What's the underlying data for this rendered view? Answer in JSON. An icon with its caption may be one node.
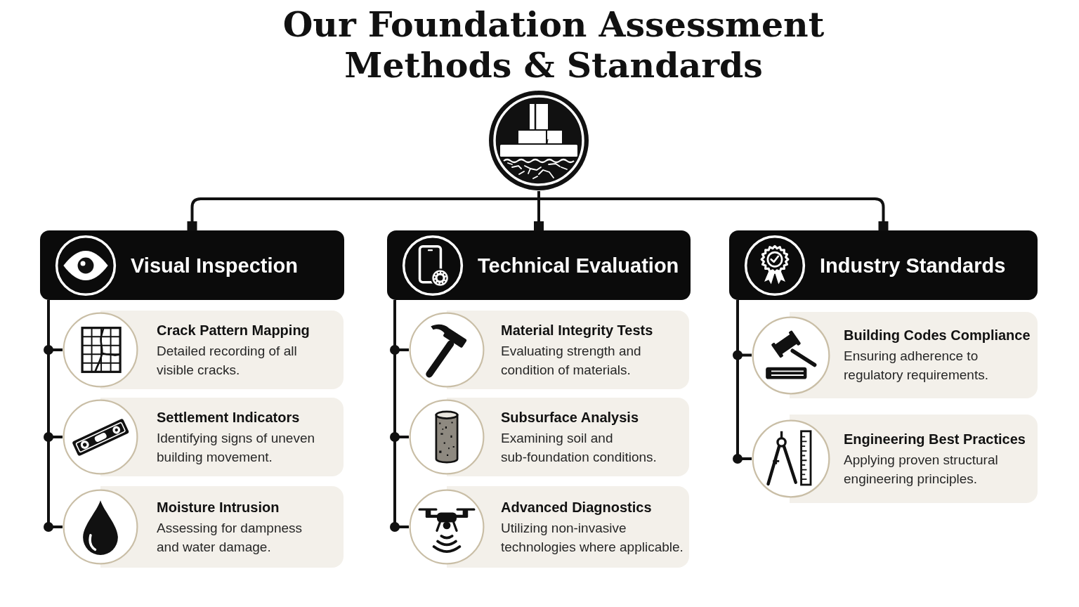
{
  "diagram": {
    "title": "Our Foundation Assessment Methods & Standards",
    "nodes": [
      {
        "text": [],
        "shape": "circle"
      },
      {
        "text": [
          "Visual Inspection"
        ]
      },
      {
        "text": [
          "Crack Pattern Mapping",
          "Detailed recording of all visible cracks."
        ]
      },
      {
        "text": [
          "Settlement Indicators",
          "Identifying signs of uneven building movement."
        ]
      },
      {
        "text": [
          "Moisture Intrusion",
          "Assessing for dampness and water damage."
        ]
      },
      {
        "text": [
          "Technical Evaluation"
        ]
      },
      {
        "text": [
          "Material Integrity Tests",
          "Evaluating strength and condition of materials."
        ]
      },
      {
        "text": [
          "Subsurface Analysis",
          "Examining soil and sub-foundation conditions."
        ]
      },
      {
        "text": [
          "Advanced Diagnostics",
          "Utilizing non-invasive technologies where applicable."
        ]
      },
      {
        "text": [
          "Industry Standards"
        ]
      },
      {
        "text": [
          "Building Codes Compliance",
          "Ensuring adherence to regulatory requirements."
        ]
      },
      {
        "text": [
          "Engineering Best Practices",
          "Applying proven structural engineering principles."
        ]
      }
    ],
    "edges": [
      {
        "from": 0,
        "to": 1,
        "arrow": "other"
      },
      {
        "from": 0,
        "to": 5,
        "arrow": "other"
      },
      {
        "from": 0,
        "to": 9,
        "arrow": "other"
      },
      {
        "from": 1,
        "to": 2,
        "arrow": "other"
      },
      {
        "from": 1,
        "to": 3,
        "arrow": "other"
      },
      {
        "from": 1,
        "to": 4,
        "arrow": "other"
      },
      {
        "from": 5,
        "to": 6,
        "arrow": "other"
      },
      {
        "from": 5,
        "to": 7,
        "arrow": "other"
      },
      {
        "from": 5,
        "to": 8,
        "arrow": "other"
      },
      {
        "from": 9,
        "to": 10,
        "arrow": "other"
      },
      {
        "from": 9,
        "to": 11,
        "arrow": "other"
      }
    ]
  }
}
